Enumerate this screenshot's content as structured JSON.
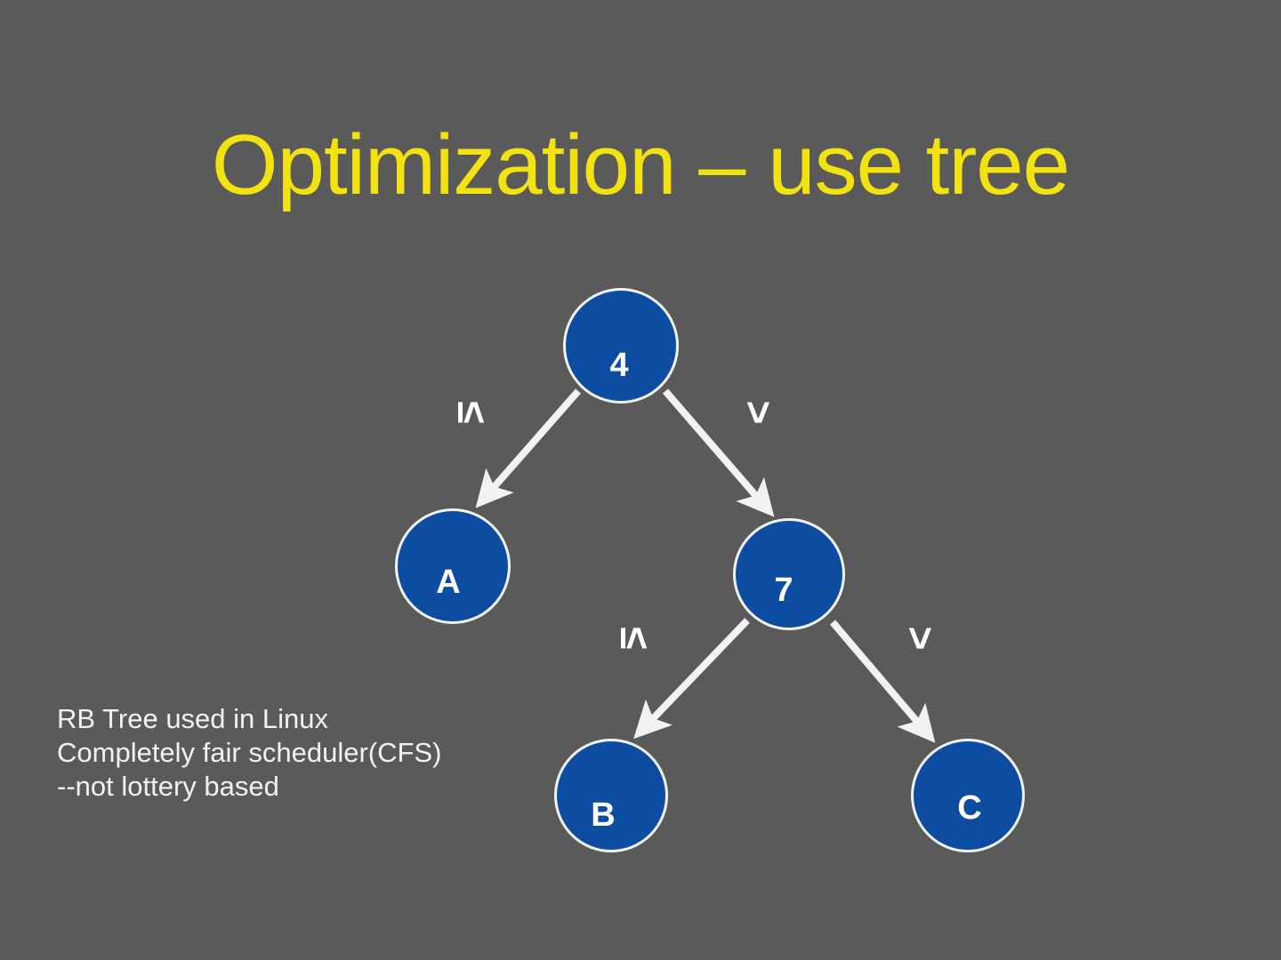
{
  "slide": {
    "title": "Optimization – use tree",
    "background_color": "#5a5a5a",
    "title_color": "#f2e211",
    "node_fill_color": "#0c4da2",
    "node_border_color": "#f2f2f2",
    "edge_color": "#f2f2f2",
    "text_color": "#f2f2f2"
  },
  "tree": {
    "nodes": [
      {
        "id": "root",
        "label": "4"
      },
      {
        "id": "a",
        "label": "A"
      },
      {
        "id": "seven",
        "label": "7"
      },
      {
        "id": "b",
        "label": "B"
      },
      {
        "id": "c",
        "label": "C"
      }
    ],
    "edges": [
      {
        "from": "root",
        "to": "a",
        "label": "≤"
      },
      {
        "from": "root",
        "to": "seven",
        "label": ">"
      },
      {
        "from": "seven",
        "to": "b",
        "label": "≤"
      },
      {
        "from": "seven",
        "to": "c",
        "label": ">"
      }
    ]
  },
  "notes": {
    "lines": [
      "RB Tree used in Linux",
      "Completely fair scheduler(CFS)",
      "--not lottery based"
    ]
  }
}
